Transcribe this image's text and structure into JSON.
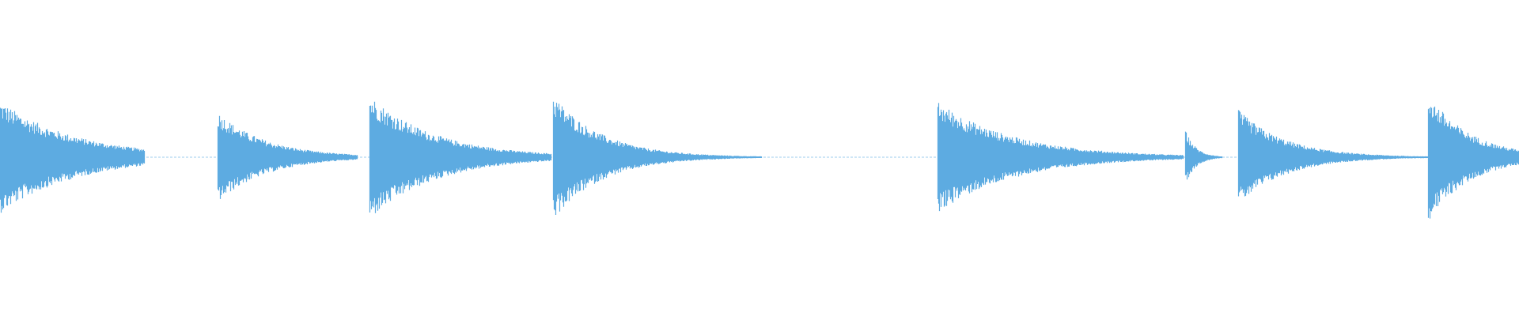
{
  "waveform": {
    "color": "#5dabe1",
    "background": "#ffffff",
    "hits": [
      {
        "onset": 0.0,
        "amplitude": 0.79,
        "decay": 0.05,
        "tail_len": 0.095
      },
      {
        "onset": 0.143,
        "amplitude": 0.64,
        "decay": 0.032,
        "tail_len": 0.092
      },
      {
        "onset": 0.243,
        "amplitude": 0.88,
        "decay": 0.043,
        "tail_len": 0.12
      },
      {
        "onset": 0.364,
        "amplitude": 0.88,
        "decay": 0.032,
        "tail_len": 0.252
      },
      {
        "onset": 0.617,
        "amplitude": 0.79,
        "decay": 0.05,
        "tail_len": 0.162
      },
      {
        "onset": 0.78,
        "amplitude": 0.39,
        "decay": 0.007,
        "tail_len": 0.033
      },
      {
        "onset": 0.815,
        "amplitude": 0.67,
        "decay": 0.031,
        "tail_len": 0.125
      },
      {
        "onset": 0.94,
        "amplitude": 0.9,
        "decay": 0.028,
        "tail_len": 0.06
      }
    ]
  }
}
